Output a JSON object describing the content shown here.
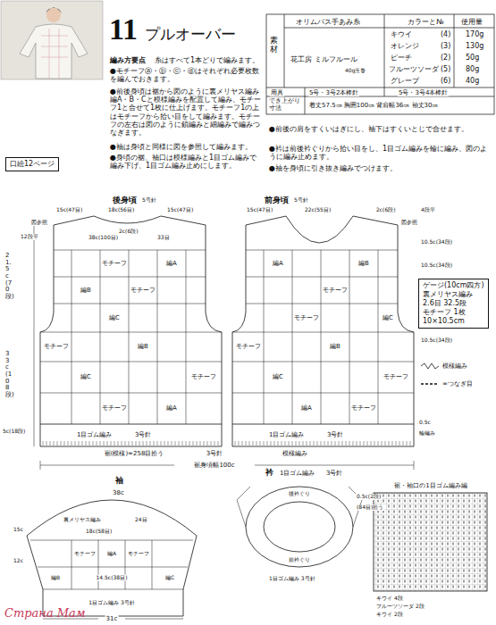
{
  "diagram": {
    "nodes": [
      {
        "text": [
          "11",
          "プルオーバー"
        ]
      },
      {
        "text": [
          "口絵12ページ"
        ]
      },
      {
        "text": [
          "ゲージ(10cm四方)",
          "裏メリヤス編み",
          "2.6目 32.5段",
          "モチーフ 1枚",
          "10×10.5cm"
        ]
      }
    ],
    "labels": [
      "オリムパス手あみ糸",
      "カラーと№",
      "使用量",
      "素材",
      "花工房 ミルフルール",
      "40g玉巻",
      "キウイ",
      "(4)",
      "170g",
      "オレンジ",
      "(3)",
      "130g",
      "ピーチ",
      "(2)",
      "50g",
      "フルーツソーダ",
      "(5)",
      "80g",
      "グレープ",
      "(6)",
      "40g",
      "用具",
      "5号・3号2本棒針",
      "5号・3号4本棒針",
      "でき上がり寸法",
      "着丈57.5㎝ 胸囲100㎝ 背肩幅36㎝ 袖丈30㎝",
      "編み方要点",
      "糸はすべて1本どりで編みます。",
      "●モチーフⓐ・ⓑ・ⓒ・ⓓはそれぞれ必要枚数を編んでおきます。",
      "●前後身頃は裾から図のように裏メリヤス編み編A・B・Cと模様編みを配置して編み、モチーフ1と合せて1枚に仕上げます。モチーフ1の上はモチーフから拾い目をして編みます。モチーフの左右は図のように鎖編みと細編みで編みつなぎます。",
      "●袖は身頃と同様に図を参照して編みます。",
      "●身頃の裾、袖口は模様編みと1目ゴム編みで編み下げ、1目ゴム編み止めにします。",
      "●前後の肩をすくいはぎにし、袖下はすくいとじで合せます。",
      "●衿は前後衿ぐりから拾い目をし、1目ゴム編みを輪に編み、図のように編み止めます。",
      "●袖を身頃に引き抜き編みでつけます。",
      "後身頃",
      "5号針",
      "15c(47目)",
      "18c(56目)",
      "15c(47目)",
      "2c(6段)",
      "図参照",
      "12段平",
      "21.5c(70段)",
      "33c(108段)",
      "5c(18段)",
      "1目ゴム編み",
      "3号針",
      "38c(100目)",
      "33目",
      "モチーフ",
      "編B",
      "モチーフ",
      "編A",
      "編C",
      "モチーフ",
      "編B",
      "モチーフ",
      "編C",
      "モチーフ",
      "編A",
      "前身頃",
      "5号針",
      "15c(47目)",
      "2c(6段)",
      "22c(55目)",
      "図参照",
      "モチーフ",
      "編A",
      "編B",
      "モチーフ",
      "編C",
      "モチーフ",
      "編B",
      "編C",
      "モチーフ",
      "編A",
      "モチーフ",
      "1目ゴム編み",
      "3号針",
      "4段平",
      "10.5c(34段)",
      "10.5c(34段)",
      "10.5c(34段)",
      "0.5c",
      "輪編み",
      "裾(模様)=258目拾う",
      "3号針",
      "模様編み",
      "裾身頃幅100c",
      "袖",
      "38c",
      "裏メリヤス編み",
      "24目",
      "15c",
      "12c",
      "モチーフ",
      "編A",
      "モチーフ",
      "編B",
      "編C",
      "1目ゴム編み 3号針",
      "31c",
      "18c(58目)",
      "14.5c(38目)",
      "衿",
      "1目ゴム編み",
      "3号針",
      "0.5c(2段)",
      "(84目)拾う",
      "後衿ぐり",
      "前衿ぐり",
      "1目ゴム編み 3号針",
      "裾・袖口の1目ゴム編み編",
      "キウイ 4段",
      "フルーツソーダ 2段",
      "キウイ 2段",
      "Страна Мам"
    ],
    "legend": [
      {
        "text": "模様編み"
      },
      {
        "text": "=つなぎ目"
      }
    ]
  }
}
